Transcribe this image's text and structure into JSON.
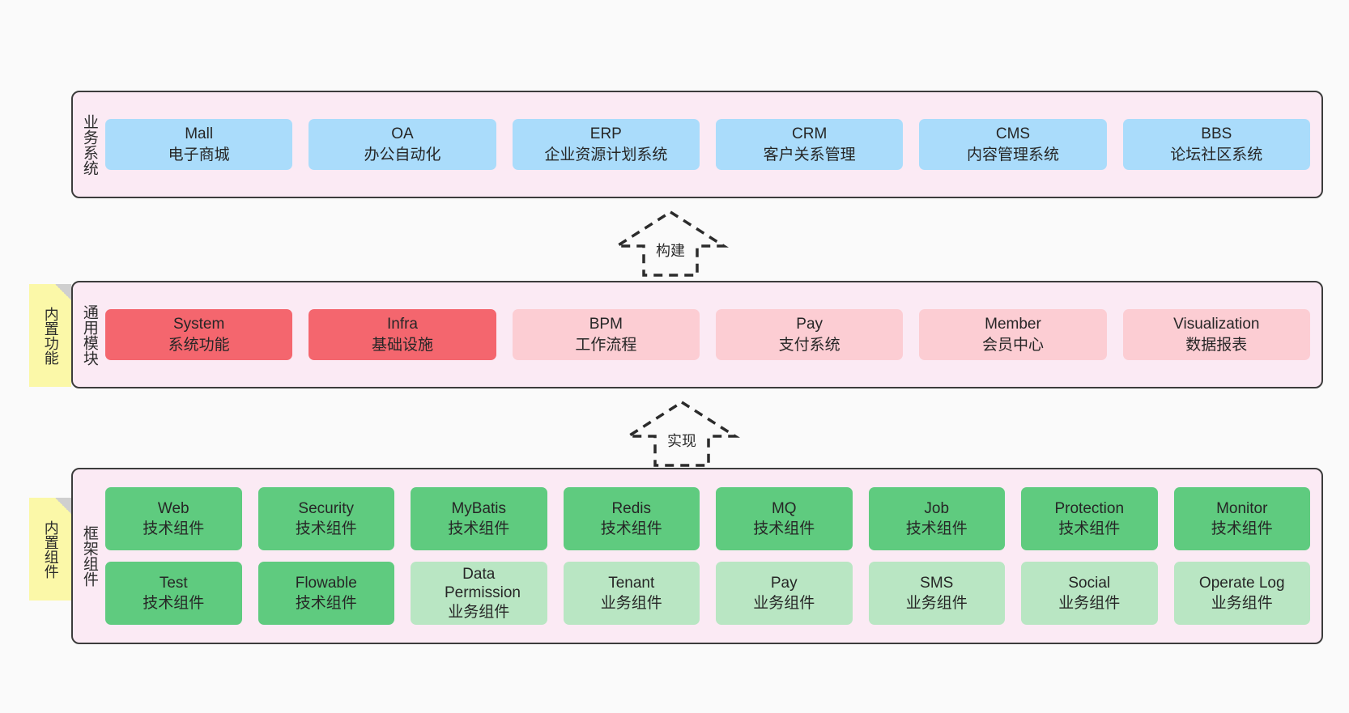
{
  "diagram": {
    "background": "#fafafa",
    "layers": [
      {
        "id": "business",
        "title": "业务系统",
        "rows": [
          [
            {
              "en": "Mall",
              "cn": "电子商城",
              "color": "#aadcfb"
            },
            {
              "en": "OA",
              "cn": "办公自动化",
              "color": "#aadcfb"
            },
            {
              "en": "ERP",
              "cn": "企业资源计划系统",
              "color": "#aadcfb"
            },
            {
              "en": "CRM",
              "cn": "客户关系管理",
              "color": "#aadcfb"
            },
            {
              "en": "CMS",
              "cn": "内容管理系统",
              "color": "#aadcfb"
            },
            {
              "en": "BBS",
              "cn": "论坛社区系统",
              "color": "#aadcfb"
            }
          ]
        ]
      },
      {
        "id": "common",
        "title": "通用模块",
        "note": "内置功能",
        "rows": [
          [
            {
              "en": "System",
              "cn": "系统功能",
              "color": "#f4666e"
            },
            {
              "en": "Infra",
              "cn": "基础设施",
              "color": "#f4666e"
            },
            {
              "en": "BPM",
              "cn": "工作流程",
              "color": "#fccdd3"
            },
            {
              "en": "Pay",
              "cn": "支付系统",
              "color": "#fccdd3"
            },
            {
              "en": "Member",
              "cn": "会员中心",
              "color": "#fccdd3"
            },
            {
              "en": "Visualization",
              "cn": "数据报表",
              "color": "#fccdd3"
            }
          ]
        ]
      },
      {
        "id": "framework",
        "title": "框架组件",
        "note": "内置组件",
        "rows": [
          [
            {
              "en": "Web",
              "cn": "技术组件",
              "color": "#5fcb7f"
            },
            {
              "en": "Security",
              "cn": "技术组件",
              "color": "#5fcb7f"
            },
            {
              "en": "MyBatis",
              "cn": "技术组件",
              "color": "#5fcb7f"
            },
            {
              "en": "Redis",
              "cn": "技术组件",
              "color": "#5fcb7f"
            },
            {
              "en": "MQ",
              "cn": "技术组件",
              "color": "#5fcb7f"
            },
            {
              "en": "Job",
              "cn": "技术组件",
              "color": "#5fcb7f"
            },
            {
              "en": "Protection",
              "cn": "技术组件",
              "color": "#5fcb7f"
            },
            {
              "en": "Monitor",
              "cn": "技术组件",
              "color": "#5fcb7f"
            }
          ],
          [
            {
              "en": "Test",
              "cn": "技术组件",
              "color": "#5fcb7f"
            },
            {
              "en": "Flowable",
              "cn": "技术组件",
              "color": "#5fcb7f"
            },
            {
              "en": "Data Permission",
              "cn": "业务组件",
              "color": "#b9e6c3"
            },
            {
              "en": "Tenant",
              "cn": "业务组件",
              "color": "#b9e6c3"
            },
            {
              "en": "Pay",
              "cn": "业务组件",
              "color": "#b9e6c3"
            },
            {
              "en": "SMS",
              "cn": "业务组件",
              "color": "#b9e6c3"
            },
            {
              "en": "Social",
              "cn": "业务组件",
              "color": "#b9e6c3"
            },
            {
              "en": "Operate Log",
              "cn": "业务组件",
              "color": "#b9e6c3"
            }
          ]
        ]
      }
    ],
    "arrows": [
      {
        "id": "build",
        "label": "构建"
      },
      {
        "id": "implement",
        "label": "实现"
      }
    ]
  }
}
